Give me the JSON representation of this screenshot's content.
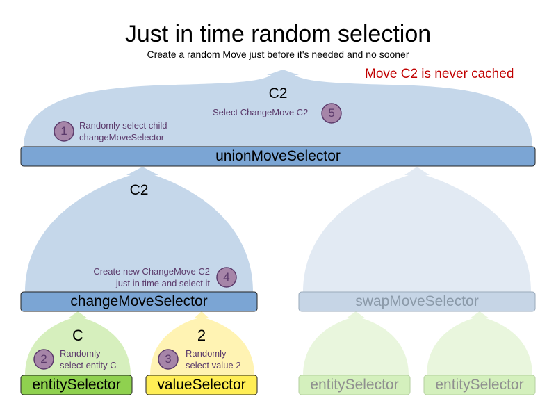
{
  "title": "Just in time random selection",
  "subtitle": "Create a random Move just before it's needed and no sooner",
  "note": "Move C2 is never cached",
  "colors": {
    "blob_blue": "#c5d7ea",
    "blob_blue_light": "#e2eaf3",
    "box_blue": "#7ba5d4",
    "box_blue_light": "#c6d5e6",
    "green": "#8fd14f",
    "green_light": "#d4f0bd",
    "yellow": "#ffee55",
    "blob_green": "#d6efbd",
    "blob_green_light": "#e9f6dd",
    "blob_yellow": "#fff3b3",
    "badge": "#a685a8",
    "note": "#c00000",
    "annotation": "#5b3a6b"
  },
  "nodes": {
    "union": {
      "label": "unionMoveSelector",
      "output": "C2"
    },
    "change": {
      "label": "changeMoveSelector",
      "output": "C2"
    },
    "swap": {
      "label": "swapMoveSelector"
    },
    "entity": {
      "label": "entitySelector",
      "output": "C"
    },
    "value": {
      "label": "valueSelector",
      "output": "2"
    },
    "swap_entity_1": {
      "label": "entitySelector"
    },
    "swap_entity_2": {
      "label": "entitySelector"
    }
  },
  "steps": [
    {
      "number": "1",
      "lines": [
        "Randomly select child",
        "changeMoveSelector"
      ]
    },
    {
      "number": "2",
      "lines": [
        "Randomly",
        "select entity C"
      ]
    },
    {
      "number": "3",
      "lines": [
        "Randomly",
        "select value 2"
      ]
    },
    {
      "number": "4",
      "lines": [
        "Create new ChangeMove C2",
        "just in time and select it"
      ]
    },
    {
      "number": "5",
      "lines": [
        "Select ChangeMove C2"
      ]
    }
  ]
}
